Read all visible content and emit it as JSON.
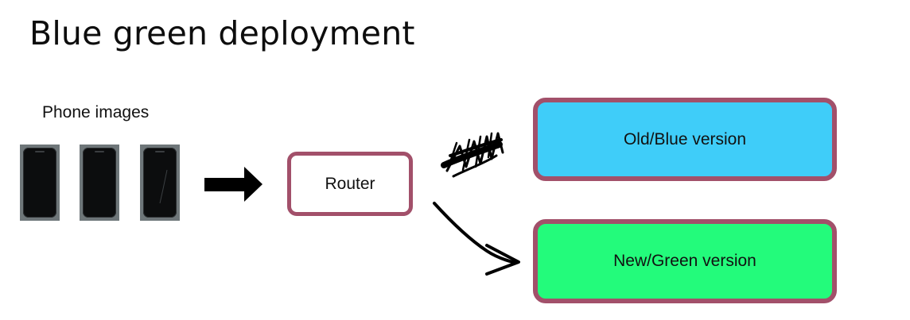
{
  "title": "Blue green deployment",
  "phones": {
    "label": "Phone images",
    "count": 3
  },
  "router": {
    "label": "Router"
  },
  "versions": {
    "old": {
      "label": "Old/Blue version",
      "color": "#3fcdf9"
    },
    "new": {
      "label": "New/Green version",
      "color": "#23fb7b"
    }
  },
  "colors": {
    "box_border": "#a2506a",
    "ink": "#0d0d0d"
  }
}
